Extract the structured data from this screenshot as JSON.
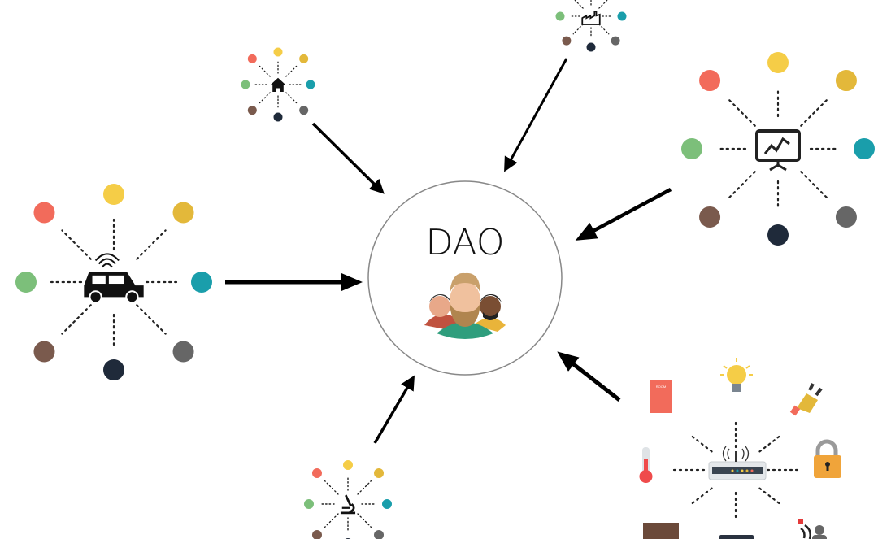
{
  "center": {
    "title": "DAO"
  },
  "iot": {
    "door_label": "ROOM"
  },
  "colors": {
    "coral": "#f26b5b",
    "yellow": "#f5cd47",
    "gold": "#e3b83a",
    "green": "#7cbf7a",
    "teal": "#1a9eab",
    "brown": "#7a5a4d",
    "gray": "#666666",
    "navy": "#1f2a3a",
    "arrow": "#000000",
    "circle": "#888888"
  },
  "clusters": [
    {
      "name": "car-cluster",
      "icon": "car-icon"
    },
    {
      "name": "house-cluster",
      "icon": "house-icon"
    },
    {
      "name": "factory-cluster",
      "icon": "factory-icon"
    },
    {
      "name": "monitor-cluster",
      "icon": "chart-monitor-icon"
    },
    {
      "name": "microscope-cluster",
      "icon": "microscope-icon"
    },
    {
      "name": "iot-cluster",
      "icon": "router-icon"
    }
  ]
}
